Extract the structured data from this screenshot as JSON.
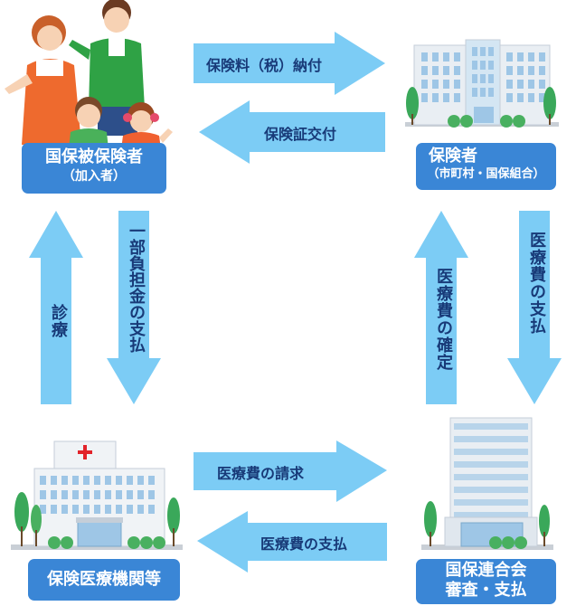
{
  "colors": {
    "arrow": "#7cccf5",
    "box": "#3a86d6",
    "label": "#183a78",
    "building": "#dfe7ee",
    "window": "#9ec6e6",
    "tree": "#3aa85a"
  },
  "nodes": {
    "insured": {
      "title": "国保被保険者",
      "sub": "（加入者）",
      "illustration": "family-illustration"
    },
    "insurer": {
      "title": "保険者",
      "sub": "（市町村・国保組合）",
      "illustration": "municipal-building-icon"
    },
    "medical": {
      "title": "保険医療機関等",
      "illustration": "hospital-icon"
    },
    "federation": {
      "title": "国保連合会",
      "sub": "審査・支払",
      "illustration": "office-tower-icon"
    }
  },
  "flows": {
    "premium": "保険料（税）納付",
    "card": "保険証交付",
    "copay": "一部負担金の支払",
    "consult": "診療",
    "bill_confirm": "医療費の確定",
    "bill_pay_insurer": "医療費の支払",
    "claim": "医療費の請求",
    "pay_medical": "医療費の支払"
  }
}
